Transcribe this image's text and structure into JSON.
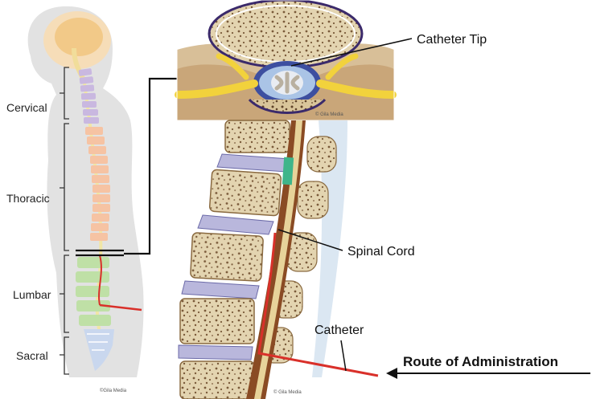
{
  "regions": {
    "cervical": "Cervical",
    "thoracic": "Thoracic",
    "lumbar": "Lumbar",
    "sacral": "Sacral"
  },
  "callouts": {
    "catheter_tip": "Catheter Tip",
    "spinal_cord": "Spinal Cord",
    "catheter": "Catheter",
    "route": "Route of Administration"
  },
  "credits": {
    "small": "©Gila Media",
    "inset": "© Gila Media",
    "main": "© Gila Media"
  },
  "colors": {
    "vertebra_cervical": "#c9b8e0",
    "vertebra_thoracic": "#f6c3a3",
    "vertebra_lumbar": "#bfe0a6",
    "vertebra_sacral": "#c9d7ee",
    "bone_beige": "#e8dcbf",
    "disc_lavender": "#b9b7dc",
    "catheter_red": "#d9302a",
    "cord_brown": "#8a4b24",
    "nerve_yellow": "#f2d23c"
  }
}
